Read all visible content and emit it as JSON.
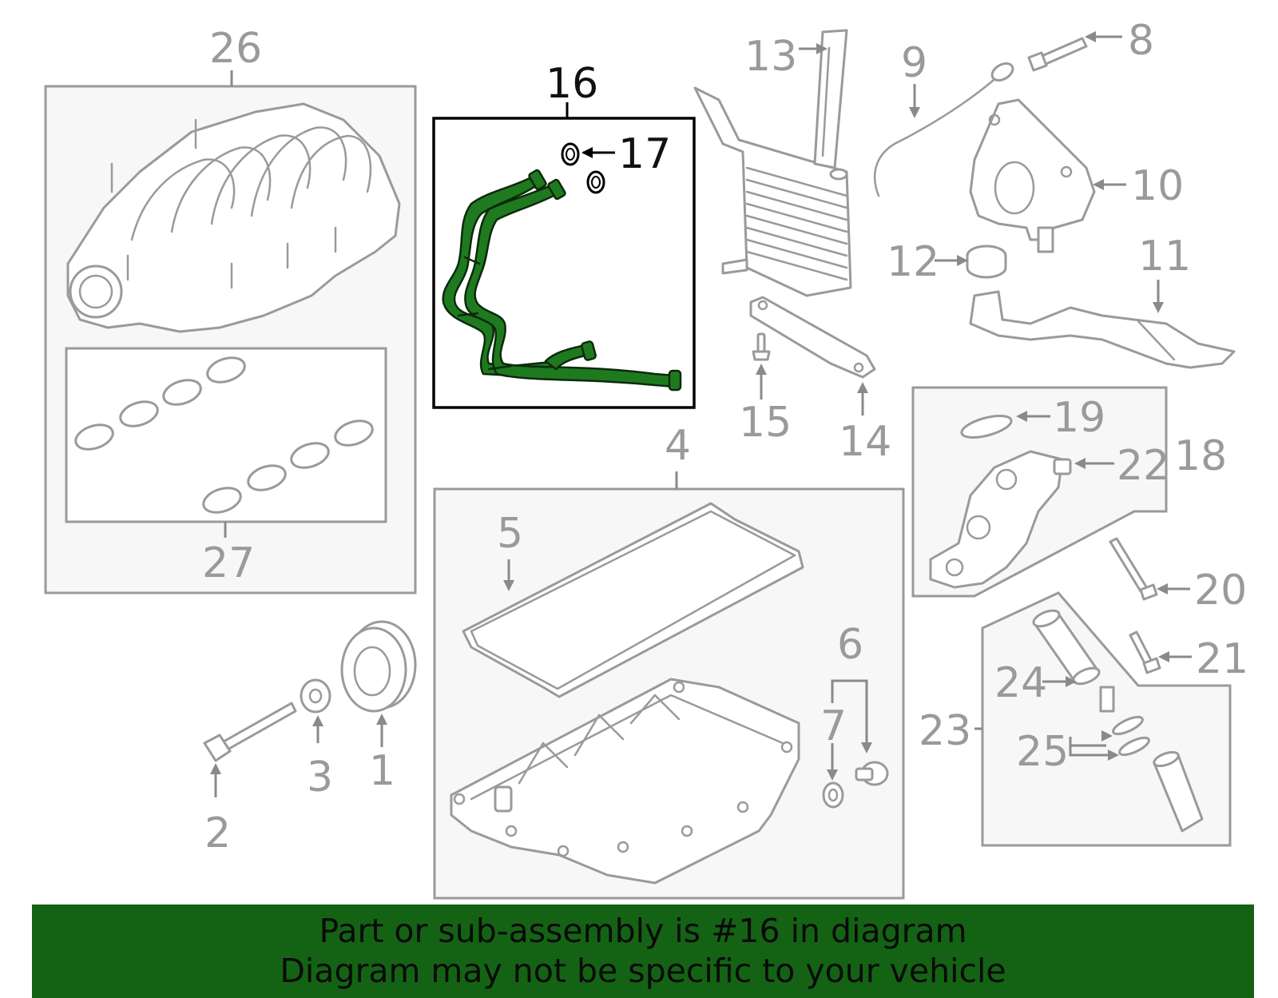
{
  "callouts": {
    "c1": "1",
    "c2": "2",
    "c3": "3",
    "c4": "4",
    "c5": "5",
    "c6": "6",
    "c7": "7",
    "c8": "8",
    "c9": "9",
    "c10": "10",
    "c11": "11",
    "c12": "12",
    "c13": "13",
    "c14": "14",
    "c15": "15",
    "c16": "16",
    "c17": "17",
    "c18": "18",
    "c19": "19",
    "c20": "20",
    "c21": "21",
    "c22": "22",
    "c23": "23",
    "c24": "24",
    "c25": "25",
    "c26": "26",
    "c27": "27"
  },
  "highlighted_part": "16",
  "colors": {
    "highlight": "#1f7a1f",
    "banner": "#146314",
    "line_art": "#9a9a9a"
  },
  "banner": {
    "line1": "Part or sub-assembly is #16 in diagram",
    "line2": "Diagram may not be specific to your vehicle"
  }
}
